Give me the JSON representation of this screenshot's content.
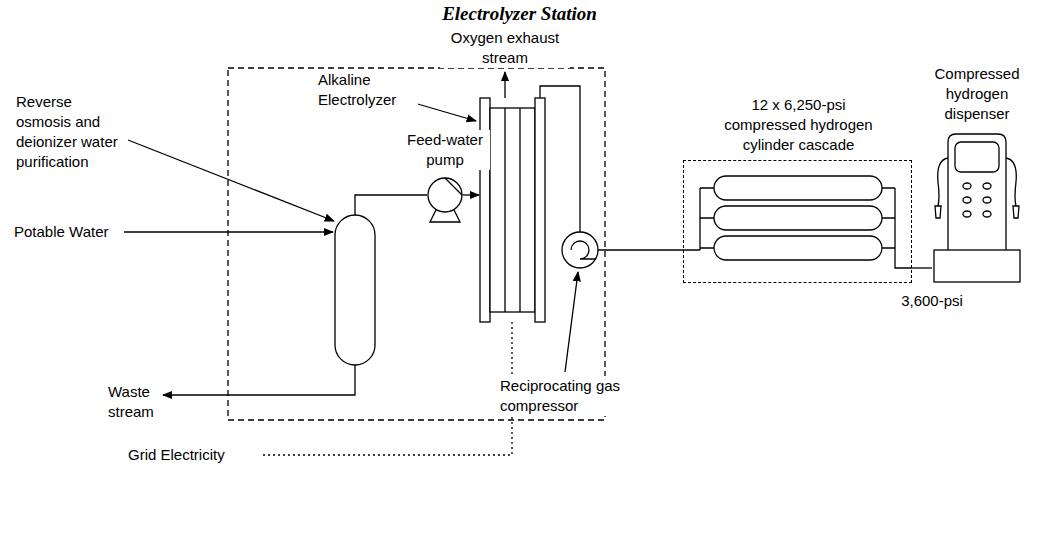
{
  "diagram": {
    "title": "Electrolyzer Station",
    "nodes": [
      {
        "text": [
          "12 x 6,250-psi compressed hydrogen cylinder cascade"
        ]
      },
      {
        "text": [
          "Compressed hydrogen dispenser",
          "3,600-psi"
        ]
      }
    ],
    "edges": [
      {
        "from": 0,
        "to": 1,
        "arrow": "none"
      }
    ],
    "labels": [
      "Alkaline Electrolyzer",
      "Oxygen exhaust stream",
      "Reverse osmosis and deionizer water purification",
      "Feed-water pump",
      "Potable Water",
      "Waste stream",
      "Reciprocating gas compressor",
      "Grid Electricity"
    ]
  }
}
